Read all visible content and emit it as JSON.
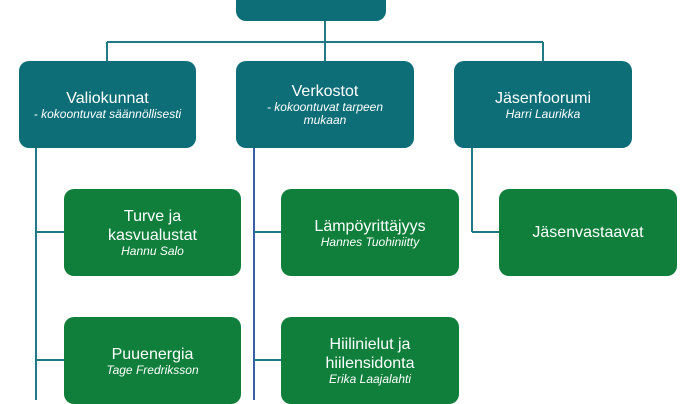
{
  "colors": {
    "teal": "#0e6e78",
    "green": "#0f7f3b",
    "line_teal": "#1f7a86",
    "line_blue": "#3a5fa8"
  },
  "top_box": {
    "title": ""
  },
  "columns": [
    {
      "title": "Valiokunnat",
      "subtitle": "- kokoontuvat säännöllisesti",
      "children": [
        {
          "title": "Turve ja kasvualustat",
          "person": "Hannu Salo"
        },
        {
          "title": "Puuenergia",
          "person": "Tage Fredriksson"
        }
      ]
    },
    {
      "title": "Verkostot",
      "subtitle": "- kokoontuvat tarpeen mukaan",
      "children": [
        {
          "title": "Lämpöyrittäjyys",
          "person": "Hannes Tuohiniitty"
        },
        {
          "title": "Hiilinielut ja hiilensidonta",
          "person": "Erika Laajalahti"
        }
      ]
    },
    {
      "title": "Jäsenfoorumi",
      "person": "Harri Laurikka",
      "children": [
        {
          "title": "Jäsenvastaavat"
        }
      ]
    }
  ]
}
